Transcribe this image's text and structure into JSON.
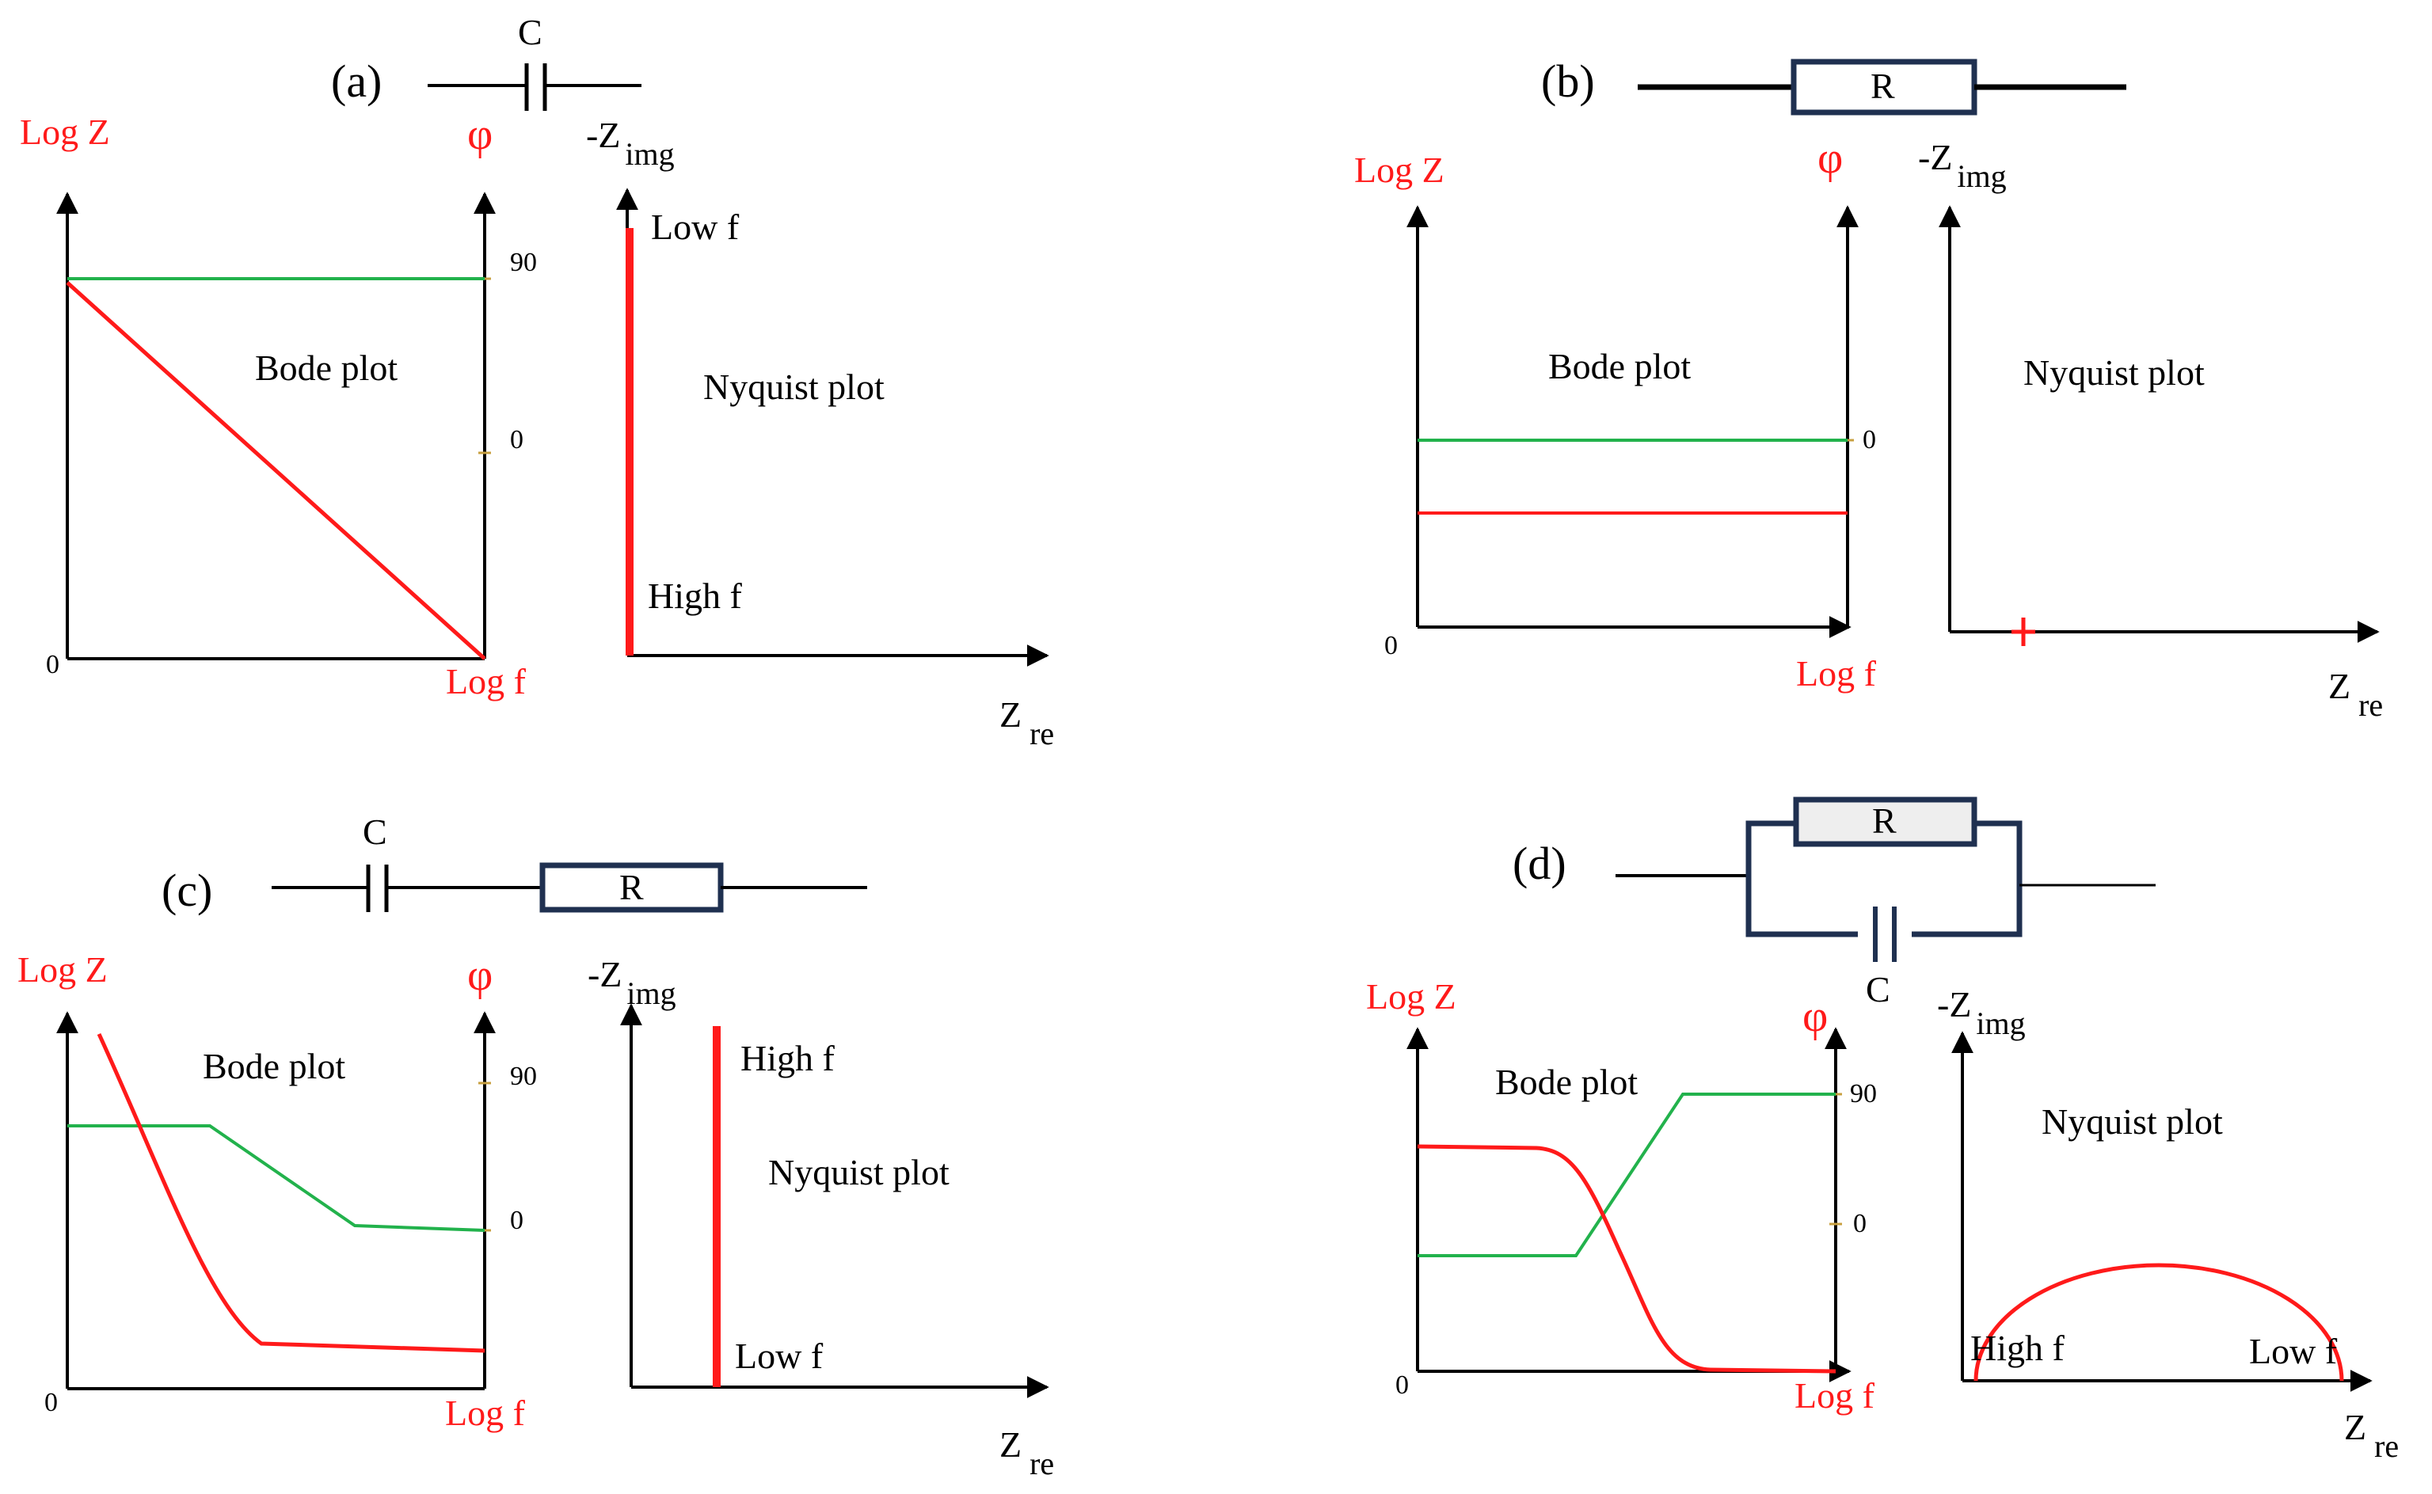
{
  "colors": {
    "impedance": "#ff1a1a",
    "phase": "#22b24c",
    "axis": "#000000",
    "component": "#1f3050",
    "tick_mark": "#c8a040"
  },
  "panels": [
    {
      "id": "a",
      "label": "(a)",
      "circuit": {
        "components": [
          "C"
        ],
        "capacitor_label": "C"
      },
      "bode": {
        "title": "Bode plot",
        "y_left": "Log Z",
        "y_right": "φ",
        "x": "Log f",
        "origin": "0",
        "tick_90": "90",
        "tick_0": "0"
      },
      "nyquist": {
        "title": "Nyquist plot",
        "y_main": "-Z",
        "y_sub": "img",
        "x_main": "Z",
        "x_sub": "re",
        "top_label": "Low f",
        "bottom_label": "High f"
      }
    },
    {
      "id": "b",
      "label": "(b)",
      "circuit": {
        "components": [
          "R"
        ],
        "resistor_label": "R"
      },
      "bode": {
        "title": "Bode plot",
        "y_left": "Log Z",
        "y_right": "φ",
        "x": "Log f",
        "origin": "0",
        "tick_0": "0"
      },
      "nyquist": {
        "title": "Nyquist plot",
        "y_main": "-Z",
        "y_sub": "img",
        "x_main": "Z",
        "x_sub": "re"
      }
    },
    {
      "id": "c",
      "label": "(c)",
      "circuit": {
        "components": [
          "C",
          "R"
        ],
        "capacitor_label": "C",
        "resistor_label": "R"
      },
      "bode": {
        "title": "Bode plot",
        "y_left": "Log Z",
        "y_right": "φ",
        "x": "Log f",
        "origin": "0",
        "tick_90": "90",
        "tick_0": "0"
      },
      "nyquist": {
        "title": "Nyquist plot",
        "y_main": "-Z",
        "y_sub": "img",
        "x_main": "Z",
        "x_sub": "re",
        "top_label": "High f",
        "bottom_label": "Low f"
      }
    },
    {
      "id": "d",
      "label": "(d)",
      "circuit": {
        "components": [
          "R",
          "C"
        ],
        "topology": "parallel",
        "resistor_label": "R",
        "capacitor_label": "C"
      },
      "bode": {
        "title": "Bode plot",
        "y_left": "Log Z",
        "y_right": "φ",
        "x": "Log f",
        "origin": "0",
        "tick_90": "90",
        "tick_0": "0"
      },
      "nyquist": {
        "title": "Nyquist plot",
        "y_main": "-Z",
        "y_sub": "img",
        "x_main": "Z",
        "x_sub": "re",
        "left_label": "High f",
        "right_label": "Low f"
      }
    }
  ]
}
